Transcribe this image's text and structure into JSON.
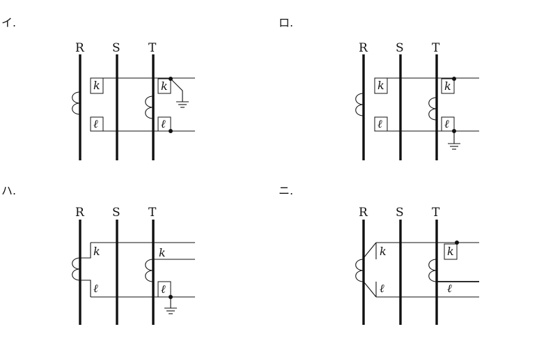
{
  "options": [
    {
      "label": "イ."
    },
    {
      "label": "ロ."
    },
    {
      "label": "ハ."
    },
    {
      "label": "ニ."
    }
  ],
  "phases": {
    "r": "R",
    "s": "S",
    "t": "T"
  },
  "terminals": {
    "k": "k",
    "l": "ℓ"
  }
}
